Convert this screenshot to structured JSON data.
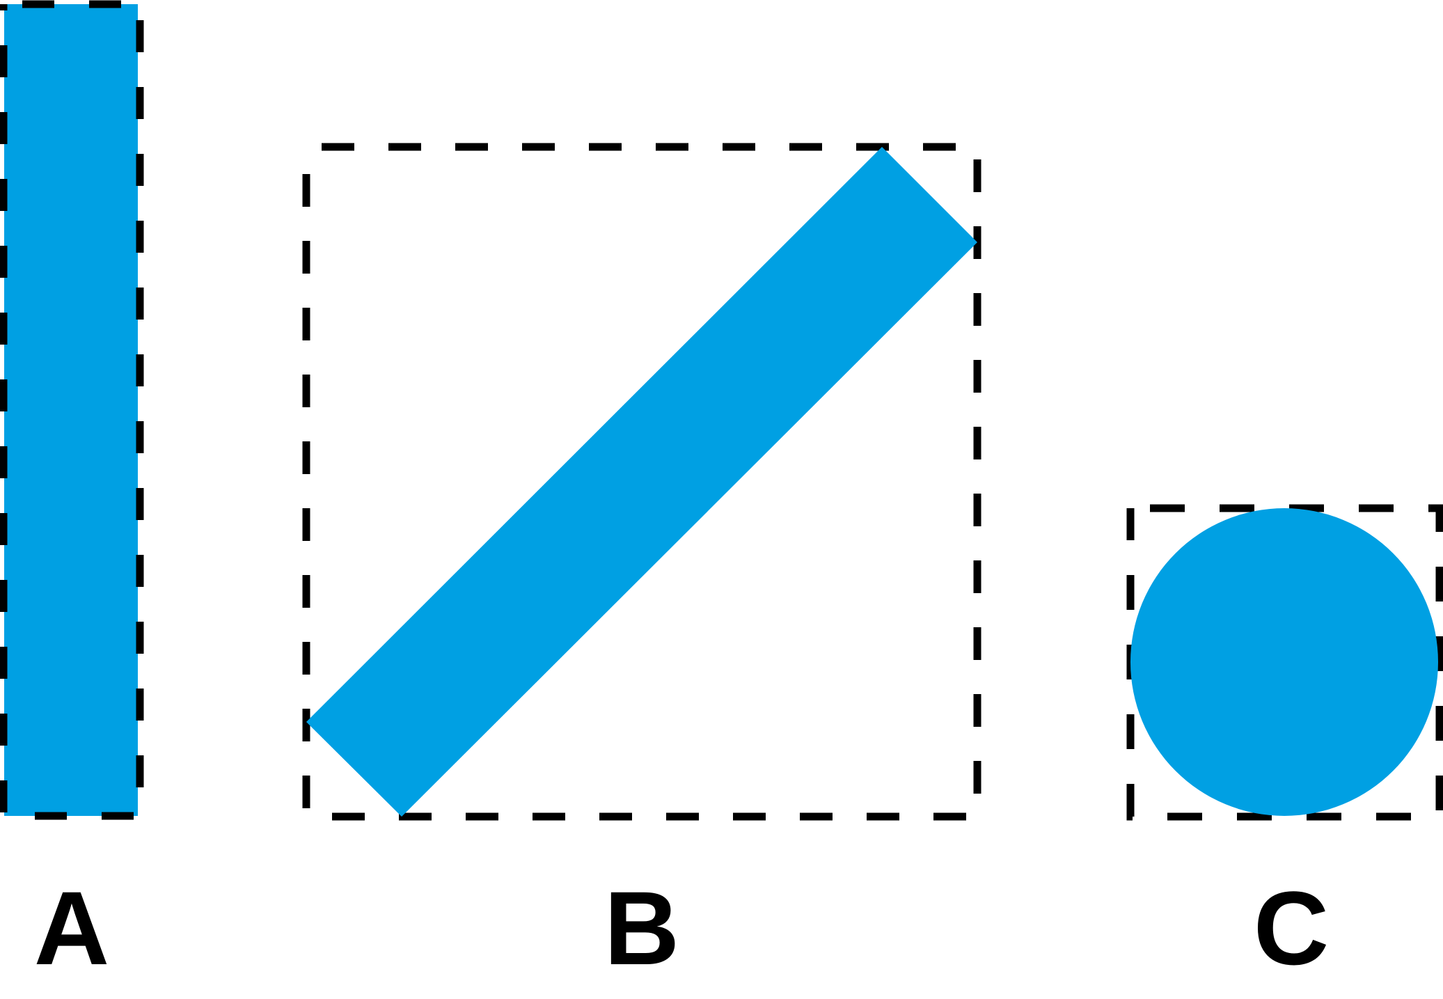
{
  "colors": {
    "shape_fill": "#00a0e3",
    "outline": "#000000",
    "label": "#000000",
    "background": "#ffffff"
  },
  "panels": [
    {
      "id": "A",
      "label": "A",
      "shape": "tall-rectangle"
    },
    {
      "id": "B",
      "label": "B",
      "shape": "diagonal-bar"
    },
    {
      "id": "C",
      "label": "C",
      "shape": "circle"
    }
  ]
}
